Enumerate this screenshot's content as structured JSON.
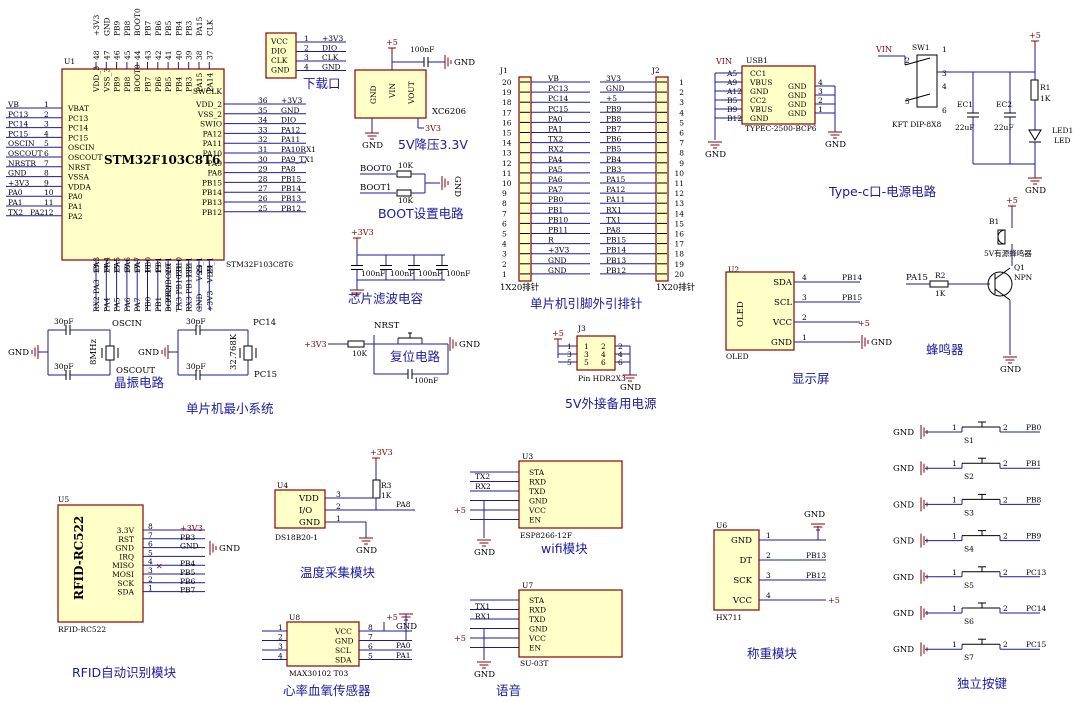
{
  "mcu": {
    "ref": "U1",
    "name": "STM32F103C8T6",
    "part": "STM32F103C8T6",
    "top_nets": [
      "+3V3",
      "GND",
      "PB9",
      "PB8",
      "BOOT0",
      "PB7",
      "PB6",
      "PB5",
      "PB4",
      "PB3",
      "PA15",
      "CLK"
    ],
    "top_pins": [
      "VDD_3",
      "VSS_3",
      "PB9",
      "PB8",
      "BOOT0",
      "PB7",
      "PB6",
      "PB5",
      "PB4",
      "PB3",
      "PA15",
      "PA14"
    ],
    "top_nums": [
      "48",
      "47",
      "46",
      "45",
      "44",
      "43",
      "42",
      "41",
      "40",
      "39",
      "38",
      "37"
    ],
    "left_nets": [
      "VB",
      "PC13",
      "PC14",
      "PC15",
      "OSCIN",
      "OSCOUT",
      "NRSTR",
      "GND",
      "+3V3",
      "PA0",
      "PA1",
      "TX2"
    ],
    "left_pins": [
      "VBAT",
      "PC13",
      "PC14",
      "PC15",
      "OSCIN",
      "OSCOUT",
      "NRST",
      "VSSA",
      "VDDA",
      "PA0",
      "PA1",
      "PA2"
    ],
    "left_nums": [
      "1",
      "2",
      "3",
      "4",
      "5",
      "6",
      "7",
      "8",
      "9",
      "10",
      "11",
      "12"
    ],
    "left_extra": "PA2",
    "right_nets": [
      "+3V3",
      "GND",
      "DIO",
      "PA12",
      "PA11",
      "PA10RX1",
      "PA9_TX1",
      "PA8",
      "PB15",
      "PB14",
      "PB13",
      "PB12"
    ],
    "right_pins": [
      "VDD_2",
      "VSS_2",
      "SWIO",
      "PA12",
      "PA11",
      "PA10",
      "PA9",
      "PA8",
      "PB15",
      "PB14",
      "PB13",
      "PB12"
    ],
    "right_nums": [
      "36",
      "35",
      "34",
      "33",
      "32",
      "31",
      "30",
      "29",
      "28",
      "27",
      "26",
      "25"
    ],
    "right_extra": "SWCLK",
    "bottom_nets": [
      "RX2 PA3",
      "PA4",
      "PA5",
      "PA6",
      "PA7",
      "PB0",
      "PB1",
      "BOOT1",
      "TX3 PB10",
      "RX3 PB11",
      "GND",
      "+3V3"
    ],
    "bottom_pins": [
      "PA3",
      "PA4",
      "PA5",
      "PA6",
      "PA7",
      "PB0",
      "PB1",
      "PB2/BOOT1",
      "PB10",
      "PB11",
      "VSS_1",
      "VDD_1"
    ],
    "bottom_nums": [
      "13",
      "14",
      "15",
      "16",
      "17",
      "18",
      "19",
      "20",
      "21",
      "22",
      "23",
      "24"
    ]
  },
  "download": {
    "pins": [
      "VCC",
      "DIO",
      "CLK",
      "GND"
    ],
    "nums": [
      "1",
      "2",
      "3",
      "4"
    ],
    "nets": [
      "+3V3",
      "DIO",
      "CLK",
      "GND"
    ],
    "caption": "下载口"
  },
  "reg": {
    "name": "XC6206",
    "pins": [
      "GND",
      "VIN",
      "VOUT"
    ],
    "cap": "100nF",
    "in": "+5",
    "out": "3V3",
    "gnd": "GND",
    "caption": "5V降压3.3V"
  },
  "boot": {
    "nets": [
      "BOOT0",
      "BOOT1"
    ],
    "res": [
      "10K",
      "10K"
    ],
    "gnd": "GND",
    "caption": "BOOT设置电路"
  },
  "filter": {
    "rail": "+3V3",
    "caps": [
      "100nF",
      "100nF",
      "100nF",
      "100nF"
    ],
    "caption": "芯片滤波电容"
  },
  "reset": {
    "net": "NRST",
    "rail": "+3V3",
    "res": "10K",
    "cap": "100nF",
    "gnd": "GND",
    "caption": "复位电路"
  },
  "xtal": {
    "caps": [
      "30pF",
      "30pF",
      "30pF",
      "30pF"
    ],
    "nets1": [
      "OSCIN",
      "OSCOUT"
    ],
    "freq1": "8MHz",
    "nets2": [
      "PC14",
      "PC15"
    ],
    "freq2": "32.768K",
    "gnd": "GND",
    "caption": "晶振电路"
  },
  "min_caption": "单片机最小系统",
  "j1": {
    "ref": "J1",
    "nums": [
      "20",
      "19",
      "18",
      "17",
      "16",
      "15",
      "14",
      "13",
      "12",
      "11",
      "10",
      "9",
      "8",
      "7",
      "6",
      "5",
      "4",
      "3",
      "2",
      "1"
    ],
    "nets": [
      "VB",
      "PC13",
      "PC14",
      "PC15",
      "PA0",
      "PA1",
      "TX2",
      "RX2",
      "PA4",
      "PA5",
      "PA6",
      "PA7",
      "PB0",
      "PB1",
      "PB10",
      "PB11",
      "R",
      "+3V3",
      "GND",
      "GND"
    ],
    "label": "1X20排针"
  },
  "j2": {
    "ref": "J2",
    "nums": [
      "1",
      "2",
      "3",
      "4",
      "5",
      "6",
      "7",
      "8",
      "9",
      "10",
      "11",
      "12",
      "13",
      "14",
      "15",
      "16",
      "17",
      "18",
      "19",
      "20"
    ],
    "nets": [
      "3V3",
      "GND",
      "+5",
      "PB9",
      "PB8",
      "PB7",
      "PB6",
      "PB5",
      "PB4",
      "PB3",
      "PA15",
      "PA12",
      "PA11",
      "RX1",
      "TX1",
      "PA8",
      "PB15",
      "PB14",
      "PB13",
      "PB12"
    ],
    "label": "1X20排针"
  },
  "header_caption": "单片机引脚外引排针",
  "j3": {
    "ref": "J3",
    "rail": "+5",
    "label": "Pin HDR2X3",
    "gnd": "GND",
    "nums": [
      "1",
      "2",
      "3",
      "4",
      "5",
      "6"
    ],
    "caption": "5V外接备用电源"
  },
  "usb": {
    "ref": "USB1",
    "part": "TYPEC-2500-BCP6",
    "vin": "VIN",
    "pins_l": [
      "CC1",
      "VBUS",
      "GND",
      "CC2",
      "VBUS",
      "GND"
    ],
    "nums_l": [
      "A5",
      "A9",
      "A12",
      "B5",
      "B9",
      "B12"
    ],
    "pins_r": [
      "GND",
      "GND",
      "GND",
      "GND"
    ],
    "nums_r": [
      "4",
      "3",
      "2",
      "1"
    ],
    "gnd": "GND"
  },
  "sw1": {
    "ref": "SW1",
    "net": "VIN",
    "part": "KFT DIP-8X8",
    "nums": [
      "1",
      "2",
      "3",
      "4",
      "5",
      "6"
    ]
  },
  "pwr": {
    "rail": "+5",
    "ec1": "EC1",
    "ec1v": "22uF",
    "ec2": "EC2",
    "ec2v": "22uF",
    "r": "R1",
    "rv": "1K",
    "led": "LED1",
    "ledt": "LED",
    "gnd": "GND"
  },
  "typec_caption": "Type-c口-电源电路",
  "buzzer": {
    "ref": "B1",
    "rail": "+5",
    "desc": "5V有源蜂鸣器",
    "net": "PA15",
    "r": "R2",
    "rv": "1K",
    "q": "Q1",
    "qt": "NPN",
    "gnd": "GND",
    "caption": "蜂鸣器"
  },
  "oled": {
    "ref": "U2",
    "name": "OLED",
    "label": "OLED",
    "pins": [
      "SDA",
      "SCL",
      "VCC",
      "GND"
    ],
    "nums": [
      "4",
      "3",
      "2",
      "1"
    ],
    "nets": [
      "PB14",
      "PB15",
      "+5",
      "GND"
    ],
    "caption": "显示屏"
  },
  "ds18": {
    "ref": "U4",
    "pins": [
      "VDD",
      "I/O",
      "GND"
    ],
    "nums": [
      "3",
      "2",
      "1"
    ],
    "rail": "+3V3",
    "r": "R3",
    "rv": "1K",
    "net": "PA8",
    "gnd": "GND",
    "label": "DS18B20-1",
    "caption": "温度采集模块"
  },
  "wifi": {
    "ref": "U3",
    "pins": [
      "STA",
      "RXD",
      "TXD",
      "GND",
      "VCC",
      "EN"
    ],
    "nets": [
      "TX2",
      "RX2"
    ],
    "rail": "+5",
    "gnd": "GND",
    "label": "ESP8266-12F",
    "caption": "wifi模块"
  },
  "rfid": {
    "ref": "U5",
    "name": "RFID-RC522",
    "label": "RFID-RC522",
    "pins": [
      "3.3V",
      "RST",
      "GND",
      "IRQ",
      "MISO",
      "MOSI",
      "SCK",
      "SDA"
    ],
    "nums": [
      "8",
      "7",
      "6",
      "5",
      "4",
      "3",
      "2",
      "1"
    ],
    "nets": [
      "+3V3",
      "PB3",
      "GND",
      "",
      "PB4",
      "PB5",
      "PB6",
      "PB7"
    ],
    "caption": "RFID自动识别模块"
  },
  "max": {
    "ref": "U8",
    "pins": [
      "VCC",
      "GND",
      "SCL",
      "SDA"
    ],
    "lnums": [
      "1",
      "2",
      "3",
      "4"
    ],
    "rnums": [
      "8",
      "7",
      "6",
      "5"
    ],
    "nets": [
      "+5",
      "GND",
      "PA0",
      "PA1"
    ],
    "label": "MAX30102 T03",
    "caption": "心率血氧传感器"
  },
  "voice": {
    "ref": "U7",
    "pins": [
      "STA",
      "RXD",
      "TXD",
      "GND",
      "VCC",
      "EN"
    ],
    "nets": [
      "TX1",
      "RX1"
    ],
    "rail": "+5",
    "gnd": "GND",
    "label": "SU-03T",
    "caption": "语音"
  },
  "hx": {
    "ref": "U6",
    "pins": [
      "GND",
      "DT",
      "SCK",
      "VCC"
    ],
    "nums": [
      "1",
      "2",
      "3",
      "4"
    ],
    "nets": [
      "GND",
      "PB13",
      "PB12",
      "+5"
    ],
    "label": "HX711",
    "caption": "称重模块"
  },
  "keys": {
    "refs": [
      "S1",
      "S2",
      "S3",
      "S4",
      "S5",
      "S6",
      "S7"
    ],
    "nets": [
      "PB0",
      "PB1",
      "PB8",
      "PB9",
      "PC13",
      "PC14",
      "PC15"
    ],
    "gnd": "GND",
    "n1": "1",
    "n2": "2",
    "caption": "独立按键"
  }
}
